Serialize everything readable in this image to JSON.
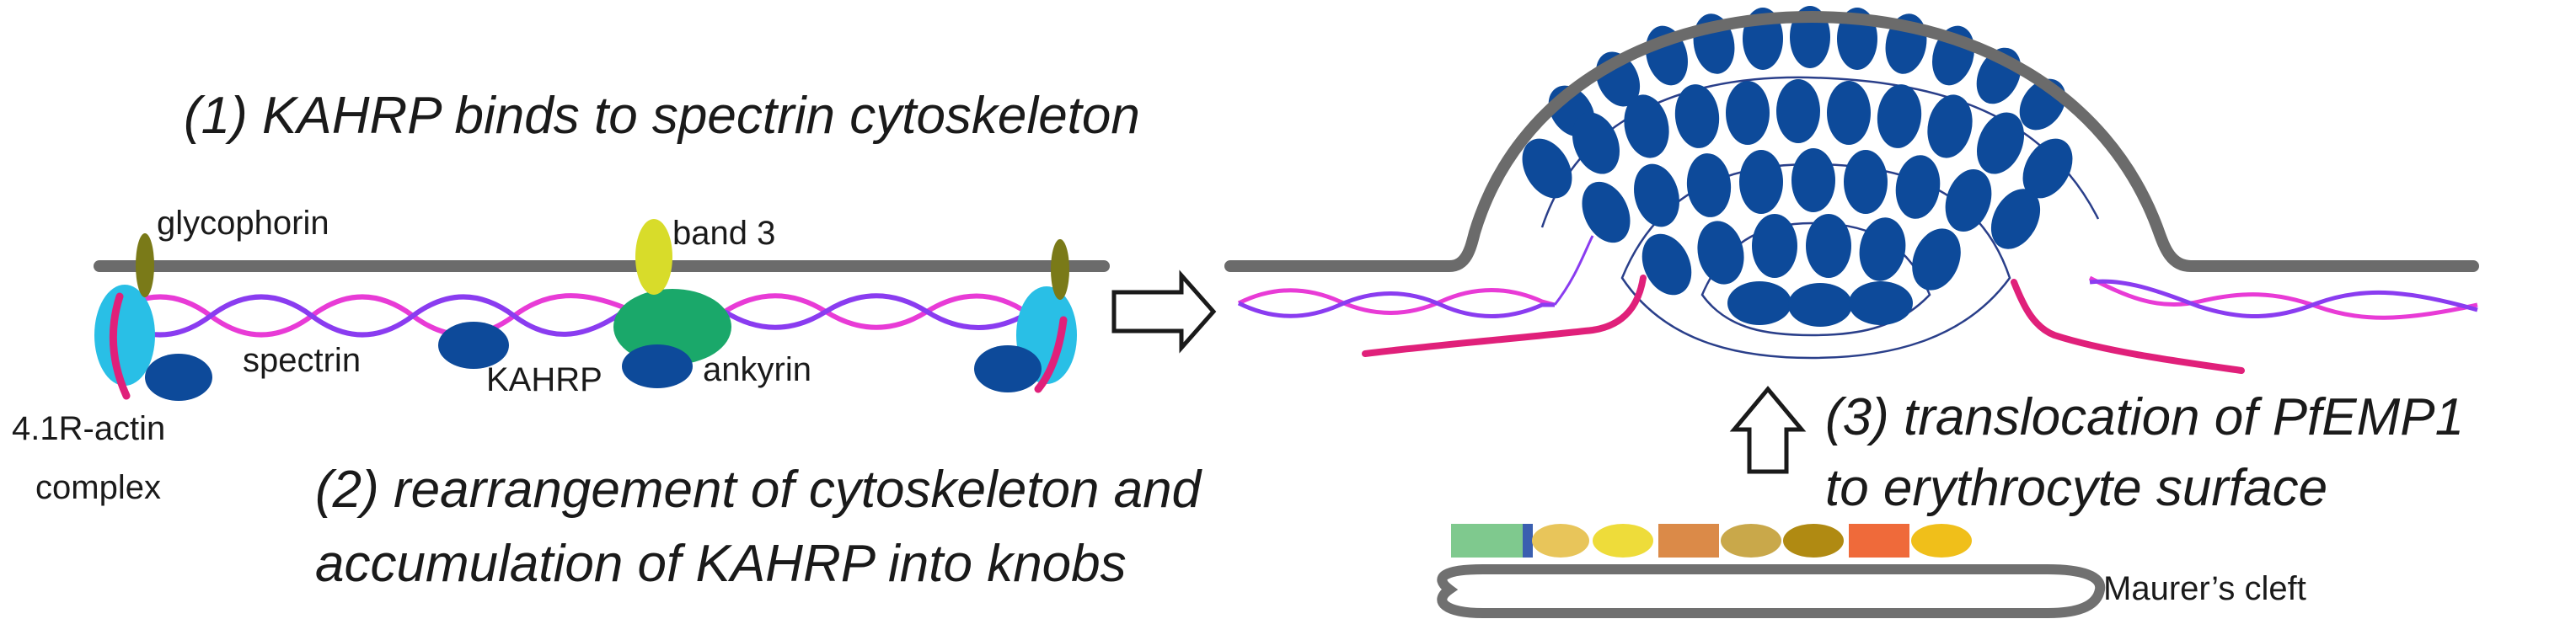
{
  "steps": {
    "step1": "(1) KAHRP binds to spectrin cytoskeleton",
    "step2_line1": "(2) rearrangement of cytoskeleton and",
    "step2_line2": "accumulation of KAHRP into knobs",
    "step3_line1": "(3) translocation of PfEMP1",
    "step3_line2": "to erythrocyte surface"
  },
  "labels": {
    "glycophorin": "glycophorin",
    "band3": "band 3",
    "spectrin": "spectrin",
    "kahrp": "KAHRP",
    "ankyrin": "ankyrin",
    "actin_line1": "4.1R-actin",
    "actin_line2": "complex",
    "maurers_cleft": "Maurer’s cleft"
  },
  "icons": [
    "right-arrow-icon",
    "up-arrow-icon"
  ],
  "colors": {
    "membrane": "#6b6b6b",
    "kahrp": "#0d4a9a",
    "spectrin_a": "#e83bd6",
    "spectrin_b": "#8a3cf0",
    "actin_complex": "#29bfe6",
    "ankyrin": "#1aa86a",
    "band3": "#d8dc2a",
    "glycophorin": "#7a7a18",
    "pfemp1_tail": "#e0207a",
    "cleft_outline": "#707070"
  },
  "pfemp1_domains": [
    "#7fc98e",
    "#3a5fb0",
    "#e8c55a",
    "#eedc3a",
    "#db8a48",
    "#c9a84a",
    "#b08a12",
    "#ef6a3a",
    "#f0bf1a"
  ]
}
